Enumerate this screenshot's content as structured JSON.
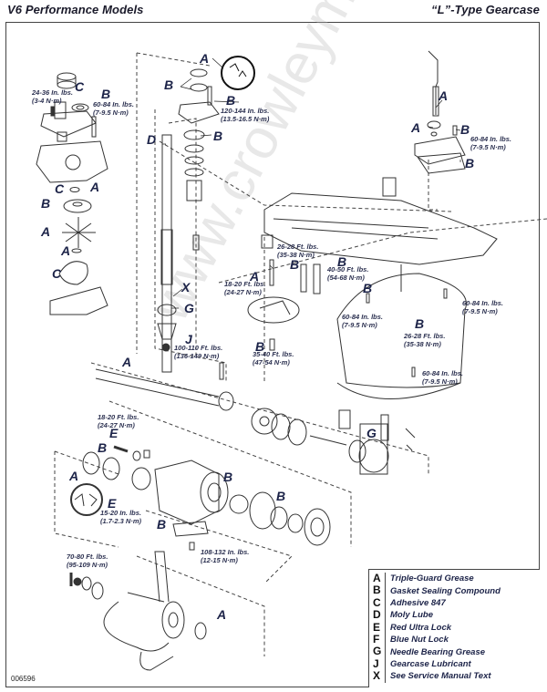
{
  "header": {
    "left_title_first": "V6 P",
    "left_title_rest": "ERFORMANCE ",
    "left_title_m": "M",
    "left_title_end": "ODELS",
    "left_title_full": "V6 Performance Models",
    "right_title_full": "“L”-Type Gearcase"
  },
  "figure_id": "006596",
  "watermark": "www.crowleymarine.com",
  "callout_letters": {
    "wp_c": "C",
    "wp_b": "B",
    "wp_a1": "A",
    "wp_c2": "C",
    "wp_b2": "B",
    "wp_a2": "A",
    "wp_a3": "A",
    "wp_c3": "C",
    "top_a": "A",
    "top_b": "B",
    "top_b2": "B",
    "top_b3": "B",
    "top_d": "D",
    "shift_a": "A",
    "shift_a2": "A",
    "shift_b": "B",
    "shift_b2": "B",
    "mid_x": "X",
    "mid_g": "G",
    "mid_j": "J",
    "anode_a": "A",
    "stud_b": "B",
    "stud_b2": "B",
    "plate_b": "B",
    "side_b": "B",
    "fin_b": "B",
    "prop_shaft_a": "A",
    "bh_b": "B",
    "bh_e": "E",
    "bh_a": "A",
    "bh_e2": "E",
    "bh_b2": "B",
    "bh_b3": "B",
    "bh_b4": "B",
    "clutch_g": "G",
    "prop_a": "A"
  },
  "torque_specs": {
    "wp_cover_screw": [
      "24-36 In. lbs.",
      "(3-4 N·m)"
    ],
    "wp_bolt": [
      "60-84 In. lbs.",
      "(7-9.5 N·m)"
    ],
    "bearing_retainer": [
      "120-144 In. lbs.",
      "(13.5-16.5 N·m)"
    ],
    "shift_cover": [
      "60-84 In. lbs.",
      "(7-9.5 N·m)"
    ],
    "anode_nut": [
      "26-28 Ft. lbs.",
      "(35-38 N·m)"
    ],
    "stud_left": [
      "18-20 Ft. lbs.",
      "(24-27 N·m)"
    ],
    "stud_right": [
      "40-50 Ft. lbs.",
      "(54-68 N·m)"
    ],
    "fill_screw": [
      "60-84 In. lbs.",
      "(7-9.5 N·m)"
    ],
    "side_screw": [
      "60-84 In. lbs.",
      "(7-9.5 N·m)"
    ],
    "pinion_nut": [
      "100-110 Ft. lbs.",
      "(136-149 N·m)"
    ],
    "trim_tab": [
      "35-40 Ft. lbs.",
      "(47-54 N·m)"
    ],
    "skeg_nut": [
      "26-28 Ft. lbs.",
      "(35-38 N·m)"
    ],
    "drain_screw": [
      "60-84 In. lbs.",
      "(7-9.5 N·m)"
    ],
    "carrier_bolt": [
      "18-20 Ft. lbs.",
      "(24-27 N·m)"
    ],
    "small_screw": [
      "15-20 In. lbs.",
      "(1.7-2.3 N·m)"
    ],
    "retainer_screw": [
      "108-132 In. lbs.",
      "(12-15 N·m)"
    ],
    "prop_nut": [
      "70-80 Ft. lbs.",
      "(95-109 N·m)"
    ]
  },
  "legend": [
    {
      "key": "A",
      "text": "Triple-Guard Grease"
    },
    {
      "key": "B",
      "text": "Gasket Sealing Compound"
    },
    {
      "key": "C",
      "text": "Adhesive 847"
    },
    {
      "key": "D",
      "text": "Moly Lube"
    },
    {
      "key": "E",
      "text": "Red Ultra Lock"
    },
    {
      "key": "F",
      "text": "Blue Nut Lock"
    },
    {
      "key": "G",
      "text": "Needle Bearing Grease"
    },
    {
      "key": "J",
      "text": "Gearcase Lubricant"
    },
    {
      "key": "X",
      "text": "See Service Manual Text"
    }
  ]
}
